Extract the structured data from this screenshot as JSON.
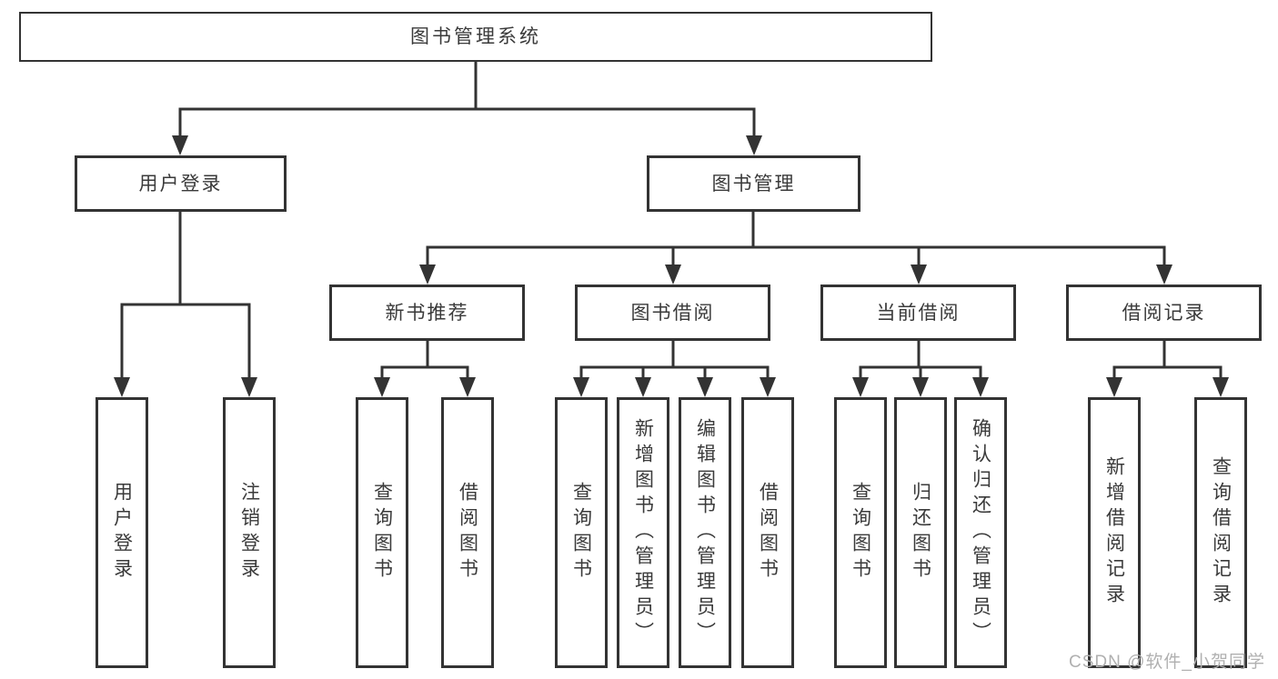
{
  "diagram": {
    "root": "图书管理系统",
    "level1": [
      "用户登录",
      "图书管理"
    ],
    "level2": [
      "新书推荐",
      "图书借阅",
      "当前借阅",
      "借阅记录"
    ],
    "leaves": {
      "user_login": [
        "用户登录",
        "注销登录"
      ],
      "new_book_recommend": [
        "查询图书",
        "借阅图书"
      ],
      "book_borrowing": [
        "查询图书",
        "新增图书（管理员）",
        "编辑图书（管理员）",
        "借阅图书"
      ],
      "current_borrowing": [
        "查询图书",
        "归还图书",
        "确认归还（管理员）"
      ],
      "borrowing_records": [
        "新增借阅记录",
        "查询借阅记录"
      ]
    }
  },
  "watermark": "CSDN @软件_小贺同学",
  "colors": {
    "line": "#333333",
    "text": "#3a3a3a",
    "watermark": "#b0b0b0",
    "background": "#ffffff"
  }
}
